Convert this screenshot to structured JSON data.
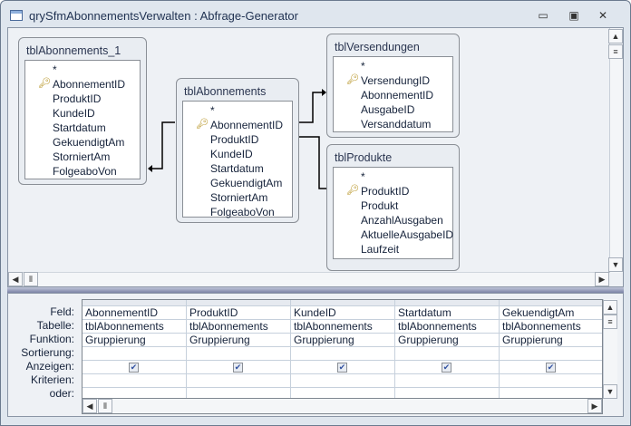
{
  "window": {
    "title": "qrySfmAbonnementsVerwalten : Abfrage-Generator",
    "controls": [
      "minimize",
      "restore",
      "close"
    ]
  },
  "tables": [
    {
      "name": "tblAbonnements_1",
      "fields": [
        "*",
        "AbonnementID",
        "ProduktID",
        "KundeID",
        "Startdatum",
        "GekuendigtAm",
        "StorniertAm",
        "FolgeaboVon"
      ],
      "primary_key": "AbonnementID"
    },
    {
      "name": "tblAbonnements",
      "fields": [
        "*",
        "AbonnementID",
        "ProduktID",
        "KundeID",
        "Startdatum",
        "GekuendigtAm",
        "StorniertAm",
        "FolgeaboVon"
      ],
      "primary_key": "AbonnementID"
    },
    {
      "name": "tblVersendungen",
      "fields": [
        "*",
        "VersendungID",
        "AbonnementID",
        "AusgabeID",
        "Versanddatum"
      ],
      "primary_key": "VersendungID"
    },
    {
      "name": "tblProdukte",
      "fields": [
        "*",
        "ProduktID",
        "Produkt",
        "AnzahlAusgaben",
        "AktuelleAusgabeID",
        "Laufzeit"
      ],
      "primary_key": "ProduktID"
    }
  ],
  "grid": {
    "row_labels": [
      "Feld:",
      "Tabelle:",
      "Funktion:",
      "Sortierung:",
      "Anzeigen:",
      "Kriterien:",
      "oder:"
    ],
    "columns": [
      {
        "feld": "AbonnementID",
        "tabelle": "tblAbonnements",
        "funktion": "Gruppierung",
        "anzeigen": true
      },
      {
        "feld": "ProduktID",
        "tabelle": "tblAbonnements",
        "funktion": "Gruppierung",
        "anzeigen": true
      },
      {
        "feld": "KundeID",
        "tabelle": "tblAbonnements",
        "funktion": "Gruppierung",
        "anzeigen": true
      },
      {
        "feld": "Startdatum",
        "tabelle": "tblAbonnements",
        "funktion": "Gruppierung",
        "anzeigen": true
      },
      {
        "feld": "GekuendigtAm",
        "tabelle": "tblAbonnements",
        "funktion": "Gruppierung",
        "anzeigen": true
      }
    ]
  }
}
